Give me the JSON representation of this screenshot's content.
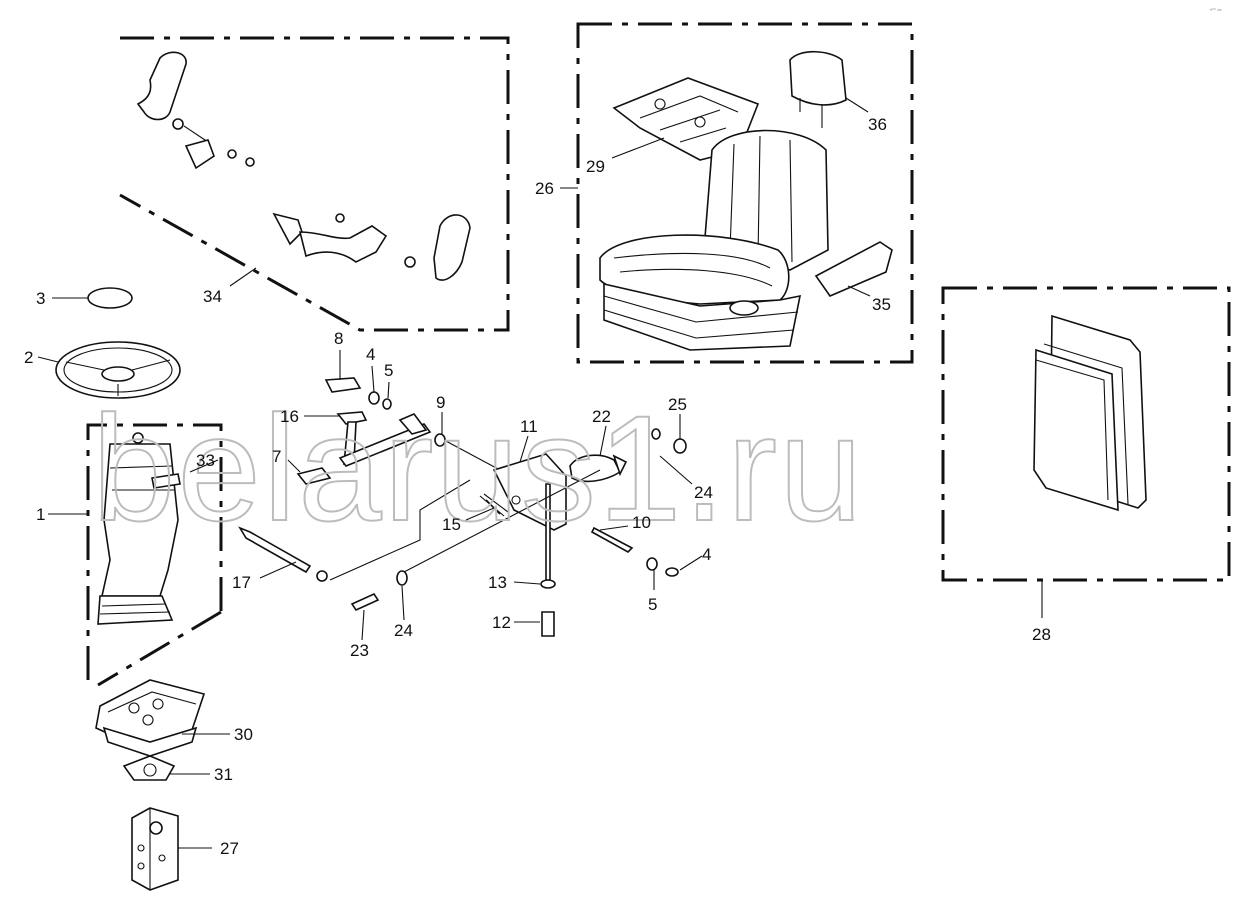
{
  "watermark": "belarus1.ru",
  "corner_mark": "ª°° ˢˡˢ",
  "callouts": {
    "c1": "1",
    "c2": "2",
    "c3": "3",
    "c4a": "4",
    "c4b": "4",
    "c5a": "5",
    "c5b": "5",
    "c7": "7",
    "c8": "8",
    "c9": "9",
    "c10": "10",
    "c11": "11",
    "c12": "12",
    "c13": "13",
    "c15": "15",
    "c16": "16",
    "c17": "17",
    "c22": "22",
    "c23": "23",
    "c24a": "24",
    "c24b": "24",
    "c25": "25",
    "c26": "26",
    "c27": "27",
    "c28": "28",
    "c29": "29",
    "c30": "30",
    "c31": "31",
    "c33": "33",
    "c34": "34",
    "c35": "35",
    "c36": "36"
  }
}
